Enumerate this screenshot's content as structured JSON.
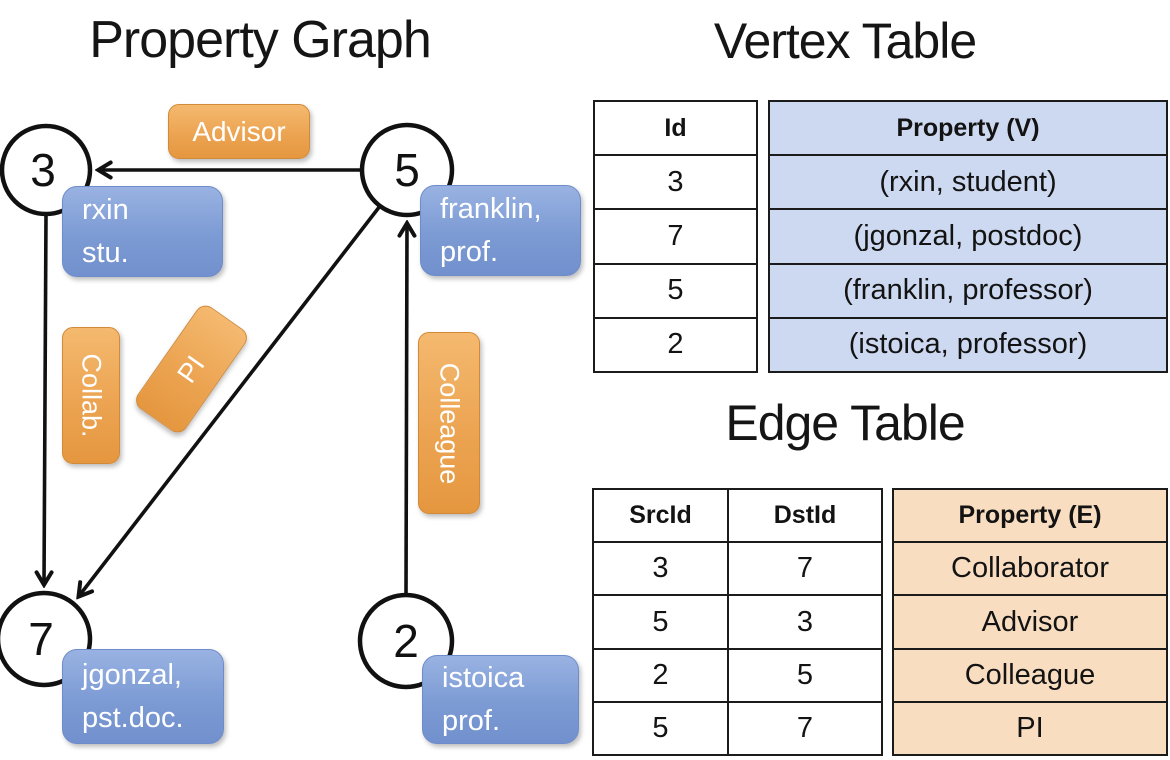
{
  "graph": {
    "title": "Property Graph",
    "nodes": [
      {
        "id": "3",
        "prop": [
          "rxin",
          "stu."
        ]
      },
      {
        "id": "5",
        "prop": [
          "franklin,",
          "prof."
        ]
      },
      {
        "id": "7",
        "prop": [
          "jgonzal,",
          "pst.doc."
        ]
      },
      {
        "id": "2",
        "prop": [
          "istoica",
          "prof."
        ]
      }
    ],
    "edges": [
      {
        "src": "5",
        "dst": "3",
        "label": "Advisor"
      },
      {
        "src": "3",
        "dst": "7",
        "label": "Collab."
      },
      {
        "src": "5",
        "dst": "7",
        "label": "PI"
      },
      {
        "src": "2",
        "dst": "5",
        "label": "Colleague"
      }
    ]
  },
  "vertex_table": {
    "title": "Vertex Table",
    "columns": [
      "Id",
      "Property (V)"
    ],
    "rows": [
      [
        "3",
        "(rxin, student)"
      ],
      [
        "7",
        "(jgonzal, postdoc)"
      ],
      [
        "5",
        "(franklin, professor)"
      ],
      [
        "2",
        "(istoica, professor)"
      ]
    ]
  },
  "edge_table": {
    "title": "Edge Table",
    "columns": [
      "SrcId",
      "DstId",
      "Property (E)"
    ],
    "rows": [
      [
        "3",
        "7",
        "Collaborator"
      ],
      [
        "5",
        "3",
        "Advisor"
      ],
      [
        "2",
        "5",
        "Colleague"
      ],
      [
        "5",
        "7",
        "PI"
      ]
    ]
  },
  "colors": {
    "edge_label_orange": "#eca452",
    "vertex_box_blue": "#7c9bd4",
    "vertex_table_cell_blue": "#cdd9f0",
    "edge_table_cell_tan": "#f8ddc1",
    "line_black": "#111111",
    "node_fill": "#ffffff"
  }
}
